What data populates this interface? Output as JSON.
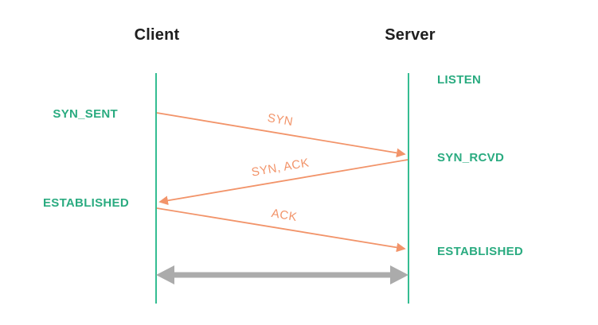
{
  "diagram": {
    "kind": "tcp-three-way-handshake-sequence",
    "colors": {
      "state_text_green": "#2aab80",
      "lifeline_green": "#35bd92",
      "message_orange": "#f2946a",
      "transfer_gray": "#ababab",
      "title_black": "#1e1e1e",
      "background": "#ffffff"
    },
    "client": {
      "title": "Client",
      "states": [
        {
          "label": "SYN_SENT"
        },
        {
          "label": "ESTABLISHED"
        }
      ]
    },
    "server": {
      "title": "Server",
      "states": [
        {
          "label": "LISTEN"
        },
        {
          "label": "SYN_RCVD"
        },
        {
          "label": "ESTABLISHED"
        }
      ]
    },
    "messages": [
      {
        "label": "SYN",
        "from": "client",
        "to": "server"
      },
      {
        "label": "SYN, ACK",
        "from": "server",
        "to": "client"
      },
      {
        "label": "ACK",
        "from": "client",
        "to": "server"
      }
    ]
  }
}
